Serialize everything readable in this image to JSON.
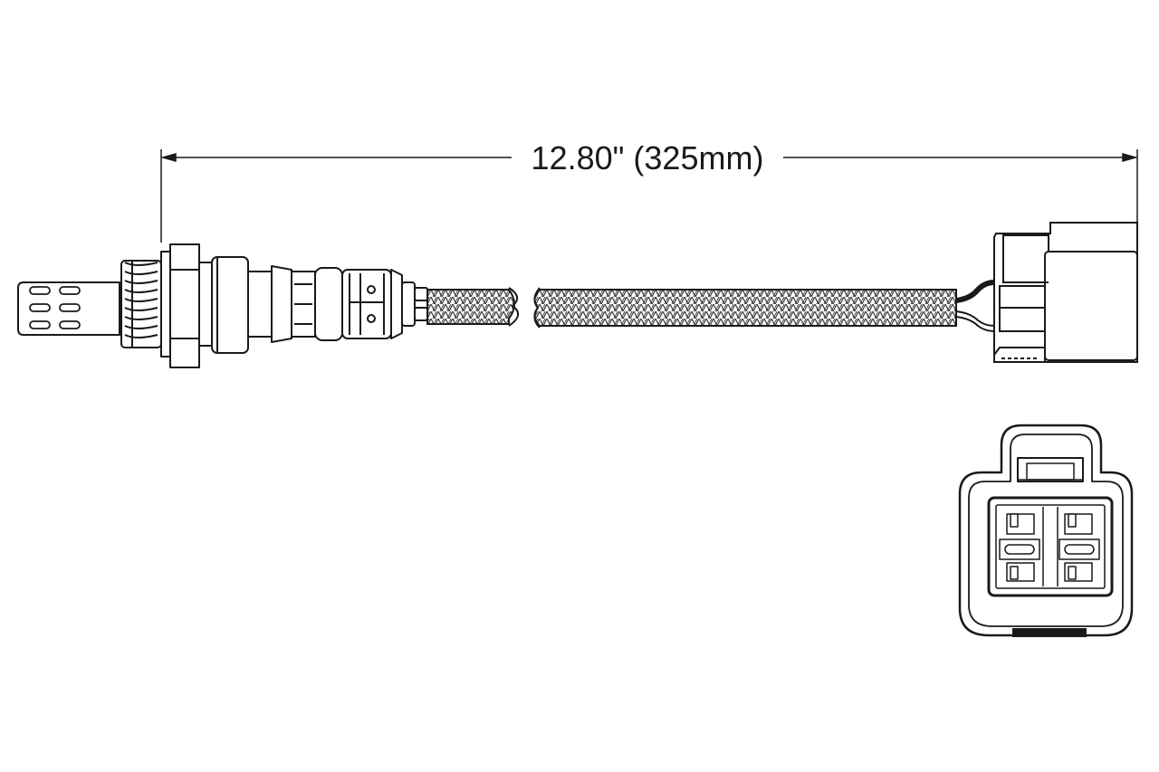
{
  "dimension": {
    "label": "12.80\" (325mm)"
  },
  "colors": {
    "line": "#1a1a1a",
    "braid": "#8a8a8a",
    "background": "#ffffff"
  },
  "parts": {
    "sensor": "oxygen-sensor-probe",
    "cable": "braided-harness",
    "connector": "4-pin-connector"
  }
}
